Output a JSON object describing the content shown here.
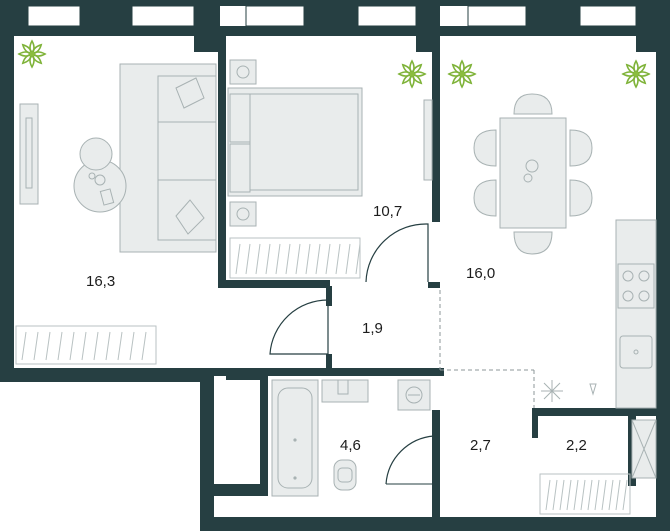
{
  "rooms": [
    {
      "id": "living",
      "area": "16,3"
    },
    {
      "id": "bedroom",
      "area": "10,7"
    },
    {
      "id": "kitchen",
      "area": "16,0"
    },
    {
      "id": "hall",
      "area": "1,9"
    },
    {
      "id": "bathroom",
      "area": "4,6"
    },
    {
      "id": "corridor",
      "area": "2,7"
    },
    {
      "id": "storage",
      "area": "2,2"
    }
  ],
  "colors": {
    "wall": "#263f42",
    "plant": "#7fb339",
    "furniture": "#e9ecec"
  },
  "icons": [
    "plant-icon",
    "sofa-icon",
    "bed-icon",
    "dining-table-icon",
    "bathtub-icon",
    "toilet-icon",
    "stove-icon",
    "sink-icon",
    "washing-machine-icon",
    "lamp-icon",
    "door-swing-icon"
  ]
}
